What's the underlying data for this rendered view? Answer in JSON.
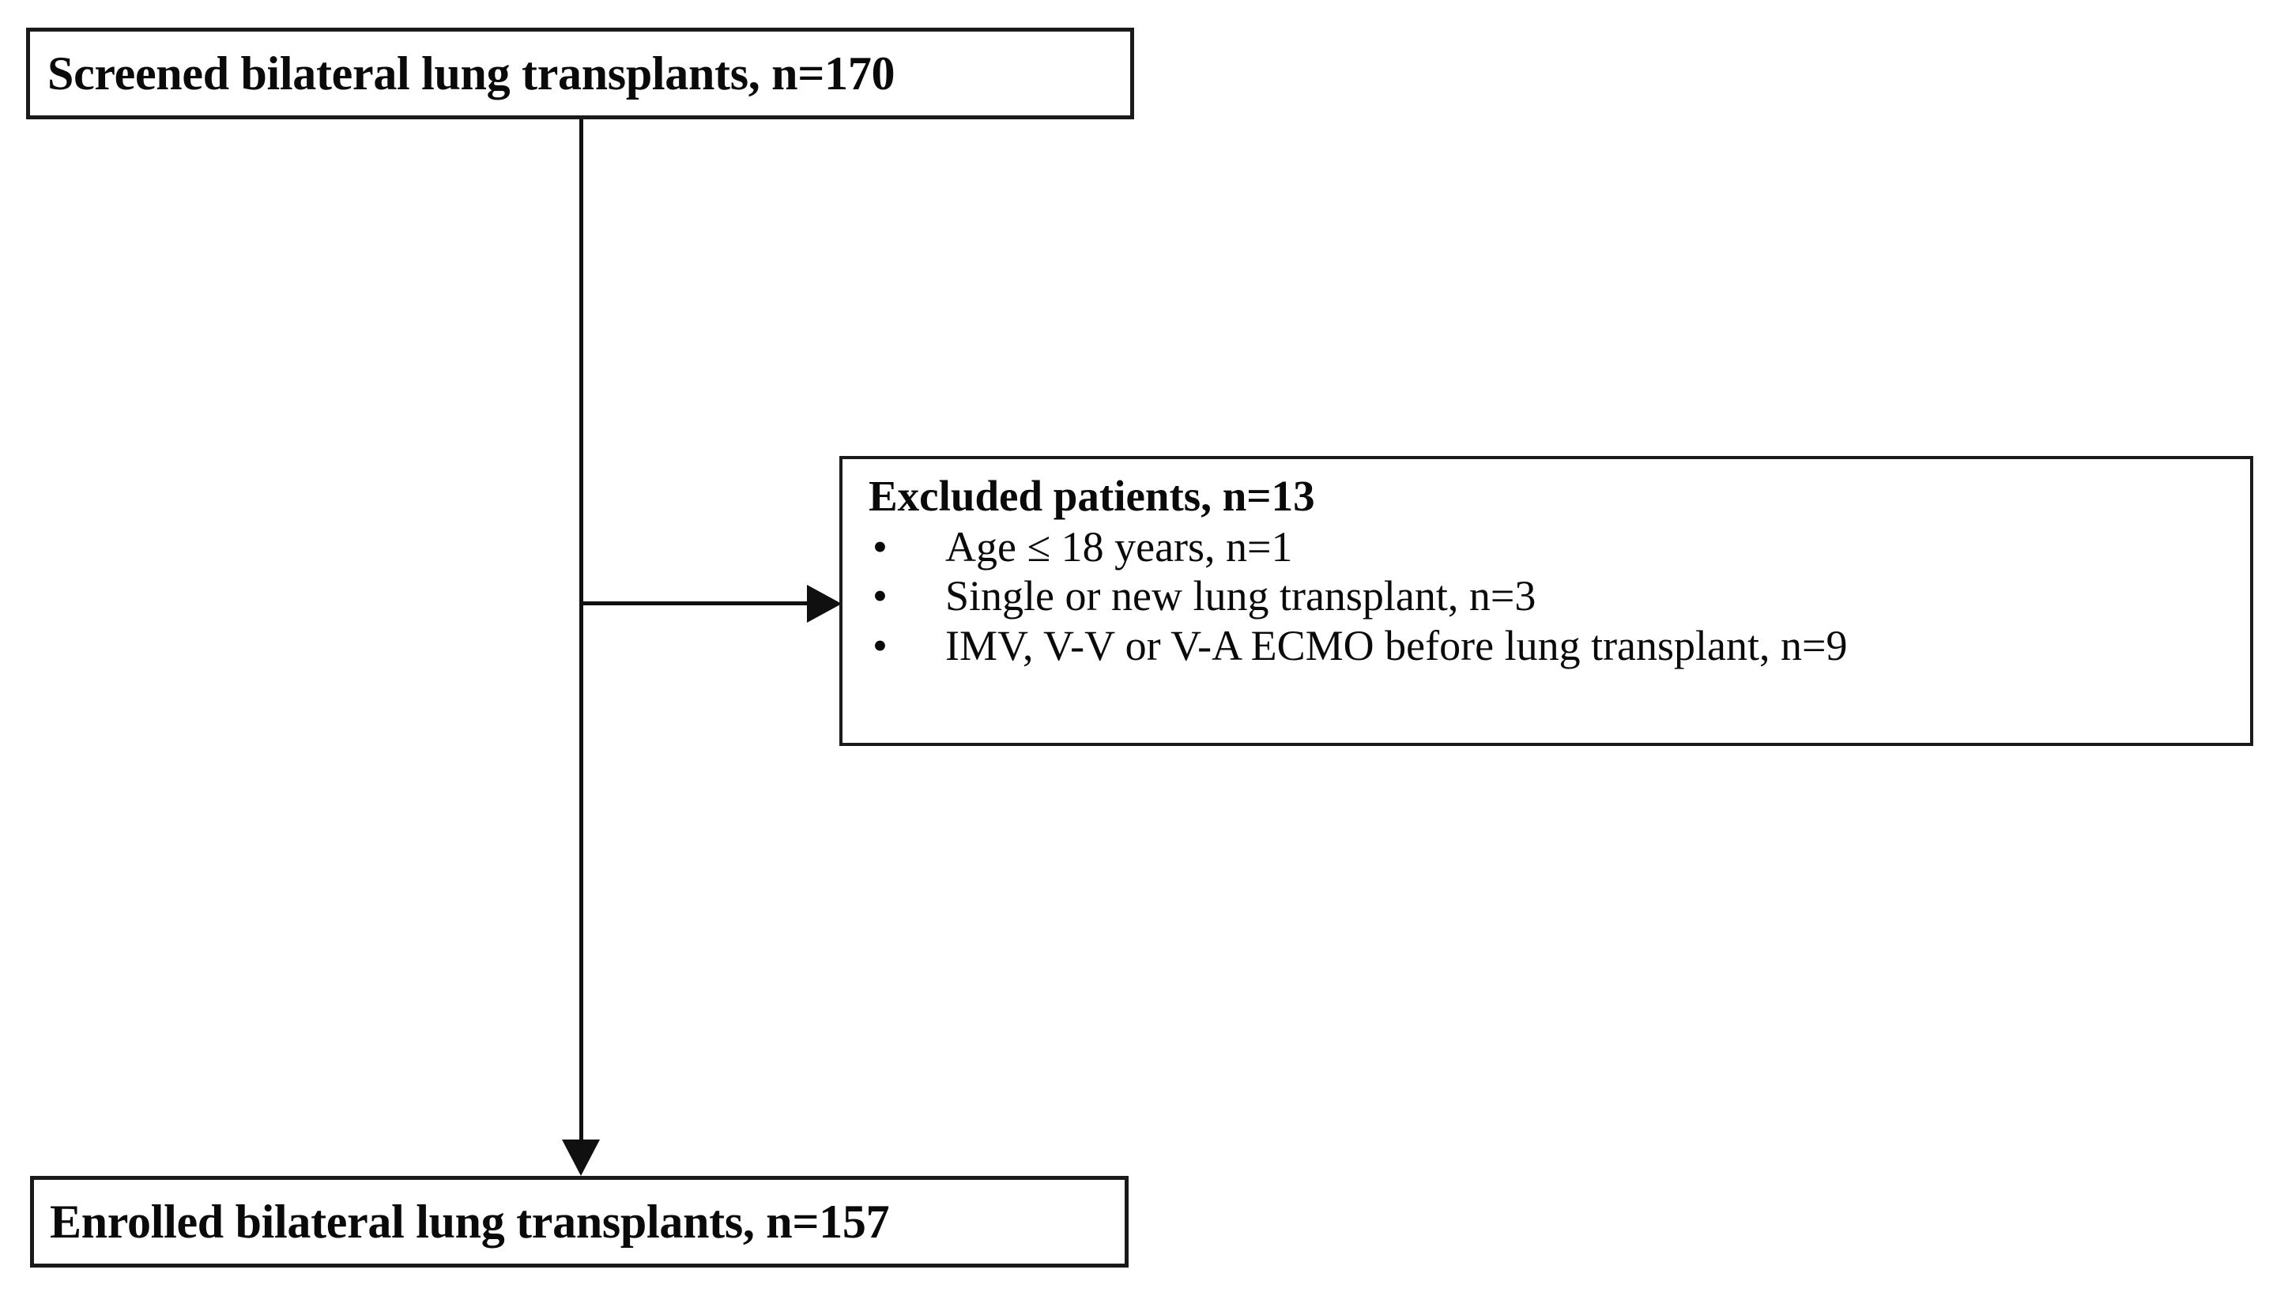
{
  "diagram": {
    "type": "flowchart",
    "orientation": "vertical",
    "background_color": "#ffffff",
    "line_color": "#101010",
    "border_color": "#1a1a1a",
    "text_color": "#0a0a0a"
  },
  "nodes": {
    "screened": {
      "title": "Screened bilateral lung transplants, n=170",
      "label": "Screened bilateral lung transplants",
      "count": 170
    },
    "excluded": {
      "title": "Excluded patients, n=13",
      "label": "Excluded patients",
      "count": 13,
      "bullet_marker": "•",
      "items": [
        {
          "text": "Age ≤ 18 years, n=1",
          "count": 1
        },
        {
          "text": "Single or new lung transplant, n=3",
          "count": 3
        },
        {
          "text": "IMV, V-V or V-A ECMO before lung transplant, n=9",
          "count": 9
        }
      ]
    },
    "enrolled": {
      "title": "Enrolled bilateral lung transplants, n=157",
      "label": "Enrolled bilateral lung transplants",
      "count": 157
    }
  },
  "connectors": [
    {
      "name": "screened-to-enrolled",
      "from": "screened",
      "to": "enrolled",
      "direction": "down",
      "arrowhead": true
    },
    {
      "name": "screened-to-excluded",
      "from": "screened",
      "to": "excluded",
      "direction": "right",
      "arrowhead": true
    }
  ]
}
